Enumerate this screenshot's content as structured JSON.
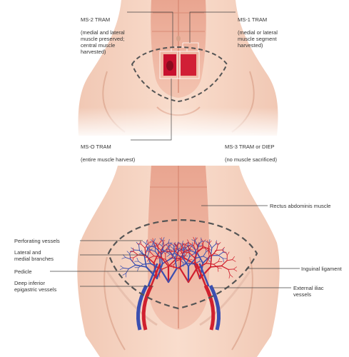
{
  "labels": {
    "ms2": {
      "title": "MS-2 TRAM",
      "desc": "(medial and lateral\nmuscle preserved;\ncentral muscle\nharvested)"
    },
    "ms1": {
      "title": "MS-1 TRAM",
      "desc": "(medial or lateral\nmuscle segment\nharvested)"
    },
    "ms0": {
      "title": "MS-O TRAM",
      "desc": "(entire muscle harvest)"
    },
    "ms3": {
      "title": "MS-3 TRAM or DIEP",
      "desc": "(no muscle sacrificed)"
    },
    "rectus": "Rectus abdominis muscle",
    "perforating": "Perforating vessels",
    "lateral_medial": "Lateral and\nmedial branches",
    "pedicle": "Pedicle",
    "deep_inferior": "Deep inferior\nepigastric vessels",
    "inguinal": "Inguinal ligament",
    "external_iliac": "External iliac\nvessels"
  },
  "colors": {
    "skin": "#f6d5c3",
    "skin_shadow": "#e9b9a2",
    "muscle": "#e59a84",
    "muscle_dark": "#c9574a",
    "flap_red": "#c8102e",
    "artery": "#d0202e",
    "vein": "#3b4fb0",
    "dash": "#555555",
    "leader": "#444444"
  }
}
